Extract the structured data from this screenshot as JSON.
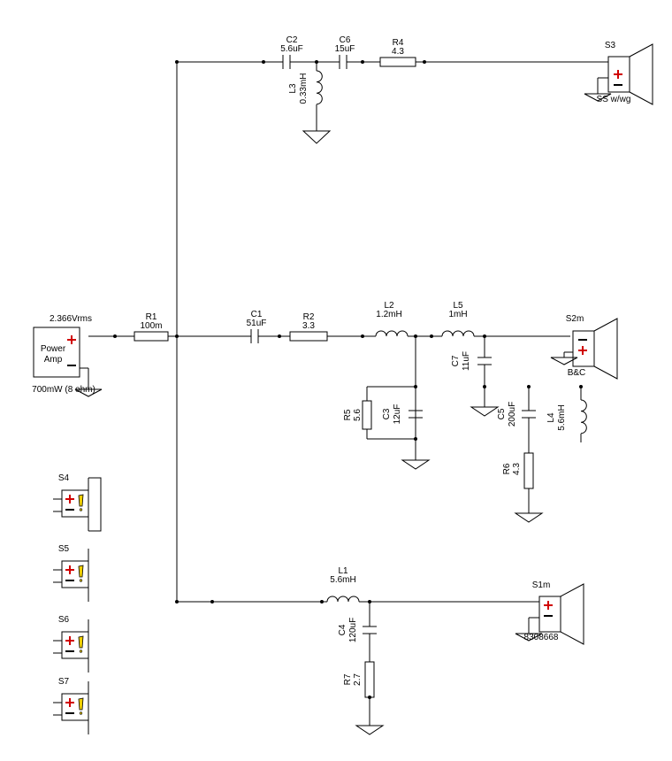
{
  "amp": {
    "voltage": "2.366Vrms",
    "label_line1": "Power",
    "label_line2": "Amp",
    "power": "700mW (8 ohm)"
  },
  "components": {
    "R1": {
      "name": "R1",
      "value": "100m"
    },
    "C1": {
      "name": "C1",
      "value": "51uF"
    },
    "R2": {
      "name": "R2",
      "value": "3.3"
    },
    "L2": {
      "name": "L2",
      "value": "1.2mH"
    },
    "L5": {
      "name": "L5",
      "value": "1mH"
    },
    "C7": {
      "name": "C7",
      "value": "11uF"
    },
    "R5": {
      "name": "R5",
      "value": "5.6"
    },
    "C3": {
      "name": "C3",
      "value": "12uF"
    },
    "C5": {
      "name": "C5",
      "value": "200uF"
    },
    "R6": {
      "name": "R6",
      "value": "4.3"
    },
    "L4": {
      "name": "L4",
      "value": "5.6mH"
    },
    "C2": {
      "name": "C2",
      "value": "5.6uF"
    },
    "C6": {
      "name": "C6",
      "value": "15uF"
    },
    "R4": {
      "name": "R4",
      "value": "4.3"
    },
    "L3": {
      "name": "L3",
      "value": "0.33mH"
    },
    "L1": {
      "name": "L1",
      "value": "5.6mH"
    },
    "C4": {
      "name": "C4",
      "value": "120uF"
    },
    "R7": {
      "name": "R7",
      "value": "2.7"
    }
  },
  "speakers": {
    "S3": {
      "name": "S3",
      "model": "SS w/wg"
    },
    "S2m": {
      "name": "S2m",
      "model": "B&C"
    },
    "S1m": {
      "name": "S1m",
      "model": "8308668"
    },
    "S4": {
      "name": "S4"
    },
    "S5": {
      "name": "S5"
    },
    "S6": {
      "name": "S6"
    },
    "S7": {
      "name": "S7"
    }
  },
  "colors": {
    "polarity_plus": "#d00000",
    "warning": "#f0d000"
  }
}
